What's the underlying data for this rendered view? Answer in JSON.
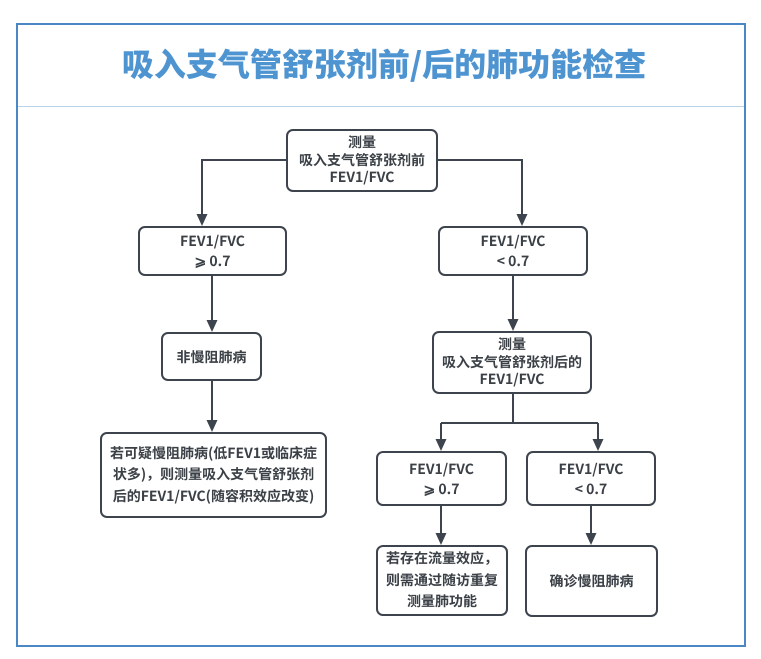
{
  "title": "吸入支气管舒张剂前/后的肺功能检查",
  "colors": {
    "page-bg": "#ffffff",
    "title-blue": "#4e94d1",
    "frame-blue": "#4a87c4",
    "divider-blue": "#bcd4ea",
    "node-border": "#3d444e",
    "node-text": "#3a4046",
    "line": "#3d444e"
  },
  "chart_data": {
    "type": "flowchart",
    "title": "吸入支气管舒张剂前/后的肺功能检查",
    "nodes": [
      {
        "id": "measure_pre",
        "label": "测量\n吸入支气管舒张剂前\nFEV1/FVC"
      },
      {
        "id": "pre_ge",
        "label": "FEV1/FVC\n⩾ 0.7"
      },
      {
        "id": "pre_lt",
        "label": "FEV1/FVC\n< 0.7"
      },
      {
        "id": "non_copd",
        "label": "非慢阻肺病"
      },
      {
        "id": "suspect",
        "label": "若可疑慢阻肺病(低FEV1或临床症\n状多)，则测量吸入支气管舒张剂\n后的FEV1/FVC(随容积效应改变)"
      },
      {
        "id": "measure_post",
        "label": "测量\n吸入支气管舒张剂后的\nFEV1/FVC"
      },
      {
        "id": "post_ge",
        "label": "FEV1/FVC\n⩾ 0.7"
      },
      {
        "id": "post_lt",
        "label": "FEV1/FVC\n< 0.7"
      },
      {
        "id": "followup",
        "label": "若存在流量效应，\n则需通过随访重复\n测量肺功能"
      },
      {
        "id": "confirmed",
        "label": "确诊慢阻肺病"
      }
    ],
    "edges": [
      {
        "from": "measure_pre",
        "to": "pre_ge"
      },
      {
        "from": "measure_pre",
        "to": "pre_lt"
      },
      {
        "from": "pre_ge",
        "to": "non_copd"
      },
      {
        "from": "non_copd",
        "to": "suspect"
      },
      {
        "from": "pre_lt",
        "to": "measure_post"
      },
      {
        "from": "measure_post",
        "to": "post_ge"
      },
      {
        "from": "measure_post",
        "to": "post_lt"
      },
      {
        "from": "post_ge",
        "to": "followup"
      },
      {
        "from": "post_lt",
        "to": "confirmed"
      }
    ]
  },
  "nodes": {
    "measure_pre": {
      "label": "测量\n吸入支气管舒张剂前\nFEV1/FVC"
    },
    "pre_ge": {
      "label": "FEV1/FVC\n⩾ 0.7"
    },
    "pre_lt": {
      "label": "FEV1/FVC\n< 0.7"
    },
    "non_copd": {
      "label": "非慢阻肺病"
    },
    "suspect": {
      "label": "若可疑慢阻肺病(低FEV1或临床症\n状多)，则测量吸入支气管舒张剂\n后的FEV1/FVC(随容积效应改变)"
    },
    "measure_post": {
      "label": "测量\n吸入支气管舒张剂后的\nFEV1/FVC"
    },
    "post_ge": {
      "label": "FEV1/FVC\n⩾ 0.7"
    },
    "post_lt": {
      "label": "FEV1/FVC\n< 0.7"
    },
    "followup": {
      "label": "若存在流量效应，\n则需通过随访重复\n测量肺功能"
    },
    "confirmed": {
      "label": "确诊慢阻肺病"
    }
  }
}
